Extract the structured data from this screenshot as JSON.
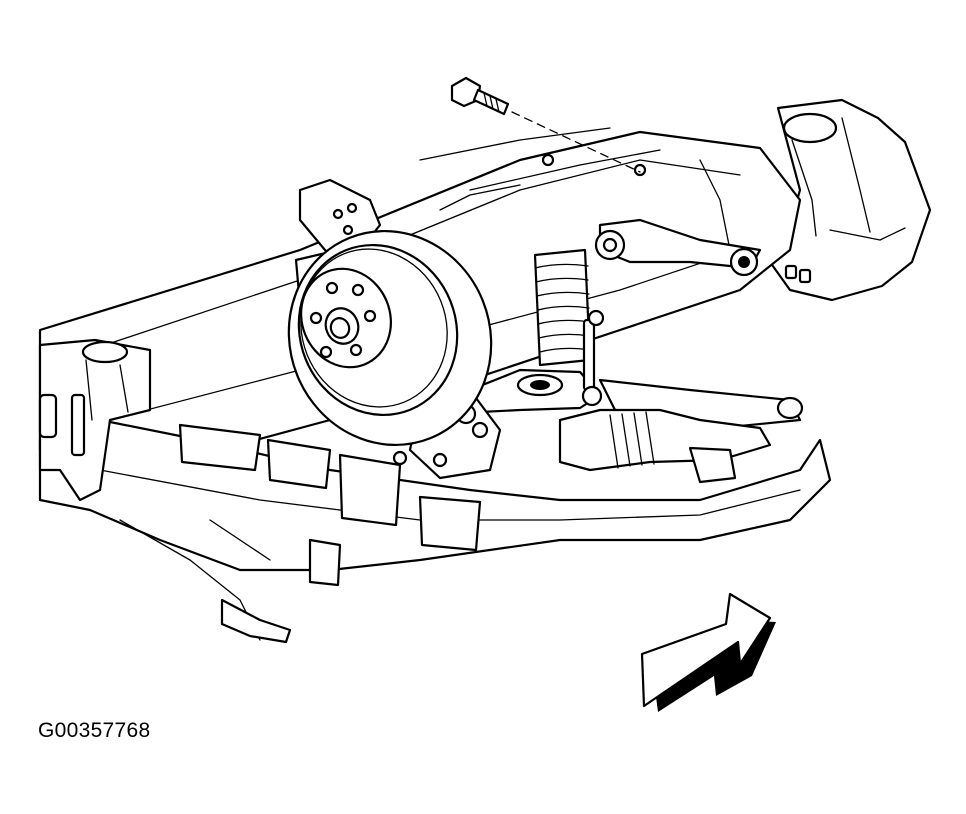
{
  "figure": {
    "code": "G00357768",
    "parts": [
      "fastener-bolt",
      "frame-crossmember",
      "brake-rotor",
      "wheel-hub",
      "wheel-studs",
      "upper-control-arm",
      "lower-control-arm",
      "coil-spring",
      "stabilizer-link",
      "steering-gear",
      "frame-rail",
      "body-mount",
      "rear-frame-bracket"
    ],
    "direction_arrow": "front-of-vehicle-arrow"
  }
}
